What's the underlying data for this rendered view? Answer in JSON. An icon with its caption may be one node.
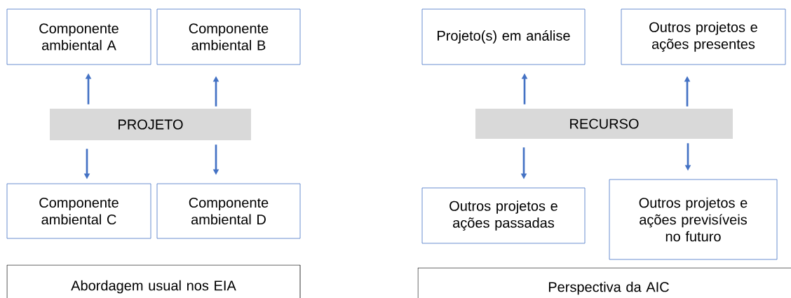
{
  "diagram": {
    "nodes": [
      {
        "text": [
          "PROJETO"
        ]
      },
      {
        "text": [
          "Componente ambiental A"
        ]
      },
      {
        "text": [
          "Componente ambiental B"
        ]
      },
      {
        "text": [
          "Componente ambiental C"
        ]
      },
      {
        "text": [
          "Componente ambiental D"
        ]
      },
      {
        "text": [
          "Abordagem usual nos EIA"
        ]
      },
      {
        "text": [
          "RECURSO"
        ]
      },
      {
        "text": [
          "Projeto(s) em análise"
        ]
      },
      {
        "text": [
          "Outros projetos e ações presentes"
        ]
      },
      {
        "text": [
          "Outros projetos e ações passadas"
        ]
      },
      {
        "text": [
          "Outros projetos e ações previsíveis no futuro"
        ]
      },
      {
        "text": [
          "Perspectiva da AIC"
        ]
      }
    ],
    "edges": [
      {
        "from": 0,
        "to": 1,
        "arrow": "to"
      },
      {
        "from": 0,
        "to": 2,
        "arrow": "to"
      },
      {
        "from": 0,
        "to": 3,
        "arrow": "to"
      },
      {
        "from": 0,
        "to": 4,
        "arrow": "to"
      },
      {
        "from": 6,
        "to": 7,
        "arrow": "to"
      },
      {
        "from": 6,
        "to": 8,
        "arrow": "to"
      },
      {
        "from": 6,
        "to": 9,
        "arrow": "to"
      },
      {
        "from": 6,
        "to": 10,
        "arrow": "to"
      }
    ]
  }
}
